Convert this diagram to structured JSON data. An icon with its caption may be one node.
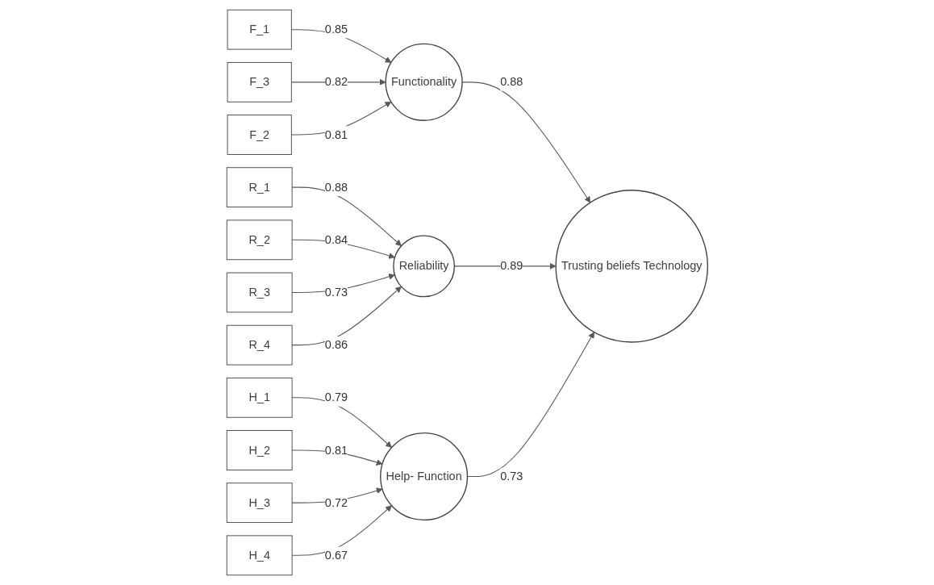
{
  "diagram": {
    "nodes": [
      {
        "text": [
          "F_1"
        ]
      },
      {
        "text": [
          "F_3"
        ]
      },
      {
        "text": [
          "F_2"
        ]
      },
      {
        "text": [
          "Functionality"
        ]
      },
      {
        "text": [
          "R_1"
        ]
      },
      {
        "text": [
          "R_2"
        ]
      },
      {
        "text": [
          "R_3"
        ]
      },
      {
        "text": [
          "R_4"
        ]
      },
      {
        "text": [
          "Reliability"
        ]
      },
      {
        "text": [
          "H_1"
        ]
      },
      {
        "text": [
          "H_2"
        ]
      },
      {
        "text": [
          "H_3"
        ]
      },
      {
        "text": [
          "H_4"
        ]
      },
      {
        "text": [
          "Help- Function"
        ]
      },
      {
        "text": [
          "Trusting beliefs Technology"
        ]
      }
    ],
    "edges": [
      {
        "from": 0,
        "to": 3,
        "arrow": "to",
        "label": "0.85"
      },
      {
        "from": 1,
        "to": 3,
        "arrow": "to",
        "label": "0.82"
      },
      {
        "from": 2,
        "to": 3,
        "arrow": "to",
        "label": "0.81"
      },
      {
        "from": 4,
        "to": 8,
        "arrow": "to",
        "label": "0.88"
      },
      {
        "from": 5,
        "to": 8,
        "arrow": "to",
        "label": "0.84"
      },
      {
        "from": 6,
        "to": 8,
        "arrow": "to",
        "label": "0.73"
      },
      {
        "from": 7,
        "to": 8,
        "arrow": "to",
        "label": "0.86"
      },
      {
        "from": 9,
        "to": 13,
        "arrow": "to",
        "label": "0.79"
      },
      {
        "from": 10,
        "to": 13,
        "arrow": "to",
        "label": "0.81"
      },
      {
        "from": 11,
        "to": 13,
        "arrow": "to",
        "label": "0.72"
      },
      {
        "from": 12,
        "to": 13,
        "arrow": "to",
        "label": "0.67"
      },
      {
        "from": 3,
        "to": 14,
        "arrow": "to",
        "label": "0.88"
      },
      {
        "from": 8,
        "to": 14,
        "arrow": "to",
        "label": "0.89"
      },
      {
        "from": 13,
        "to": 14,
        "arrow": "to",
        "label": "0.73"
      }
    ]
  }
}
